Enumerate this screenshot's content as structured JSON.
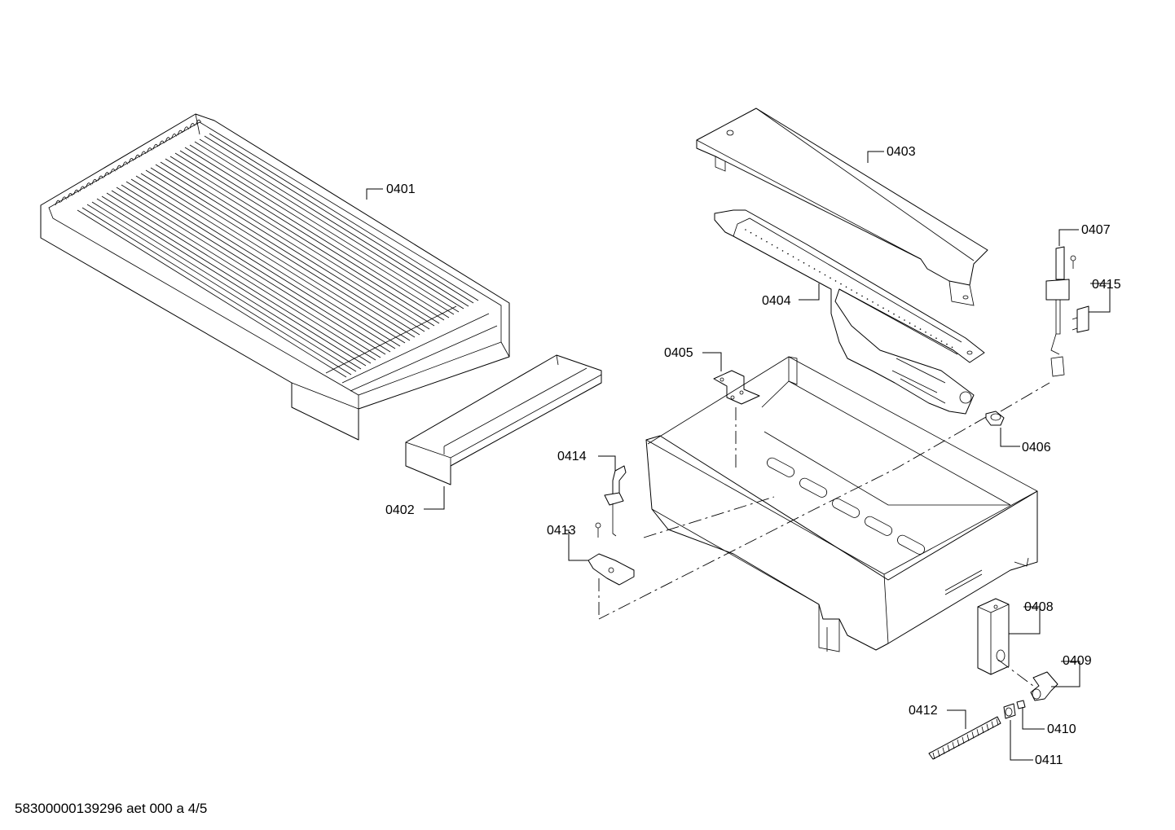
{
  "diagram": {
    "callouts": [
      {
        "id": "0401",
        "text": "0401"
      },
      {
        "id": "0402",
        "text": "0402"
      },
      {
        "id": "0403",
        "text": "0403"
      },
      {
        "id": "0404",
        "text": "0404"
      },
      {
        "id": "0405",
        "text": "0405"
      },
      {
        "id": "0406",
        "text": "0406"
      },
      {
        "id": "0407",
        "text": "0407"
      },
      {
        "id": "0408",
        "text": "0408"
      },
      {
        "id": "0409",
        "text": "0409"
      },
      {
        "id": "0410",
        "text": "0410"
      },
      {
        "id": "0411",
        "text": "0411"
      },
      {
        "id": "0412",
        "text": "0412"
      },
      {
        "id": "0413",
        "text": "0413"
      },
      {
        "id": "0414",
        "text": "0414"
      },
      {
        "id": "0415",
        "text": "0415"
      }
    ],
    "footer": "58300000139296 aet 000 a 4/5"
  }
}
